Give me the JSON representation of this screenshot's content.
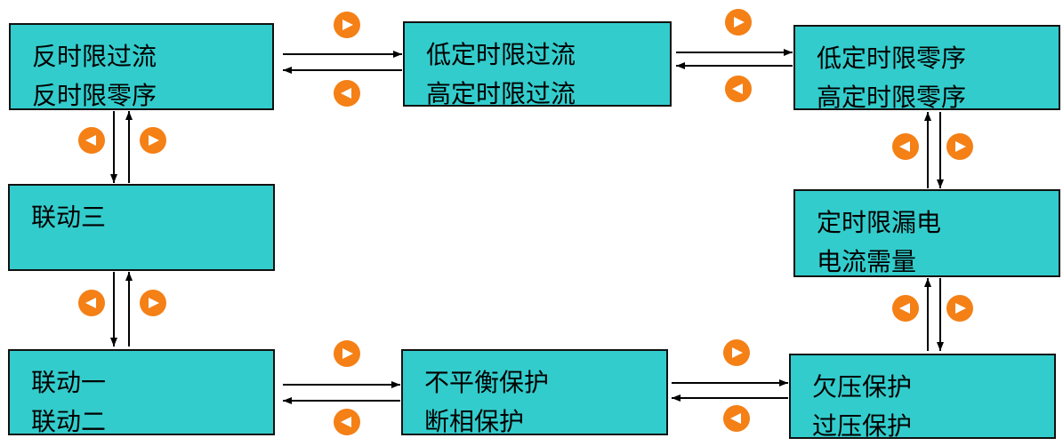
{
  "menu_boxes": [
    {
      "id": "inverse-time",
      "lines": [
        "反时限过流",
        "反时限零序"
      ]
    },
    {
      "id": "definite-time-overcurrent",
      "lines": [
        "低定时限过流",
        "高定时限过流"
      ]
    },
    {
      "id": "definite-time-zero-seq",
      "lines": [
        "低定时限零序",
        "高定时限零序"
      ]
    },
    {
      "id": "linkage-three",
      "lines": [
        "联动三"
      ]
    },
    {
      "id": "leakage-current",
      "lines": [
        "定时限漏电",
        "电流需量"
      ]
    },
    {
      "id": "linkage-one-two",
      "lines": [
        "联动一",
        "联动二"
      ]
    },
    {
      "id": "unbalance-phase-loss",
      "lines": [
        "不平衡保护",
        "断相保护"
      ]
    },
    {
      "id": "under-over-voltage",
      "lines": [
        "欠压保护",
        "过压保护"
      ]
    }
  ],
  "colors": {
    "box_fill": "#33CCCC",
    "box_border": "#111111",
    "nav_button": "#F48016",
    "arrow": "#000000"
  },
  "icons": {
    "next": "play-right-icon",
    "previous": "play-left-icon"
  }
}
